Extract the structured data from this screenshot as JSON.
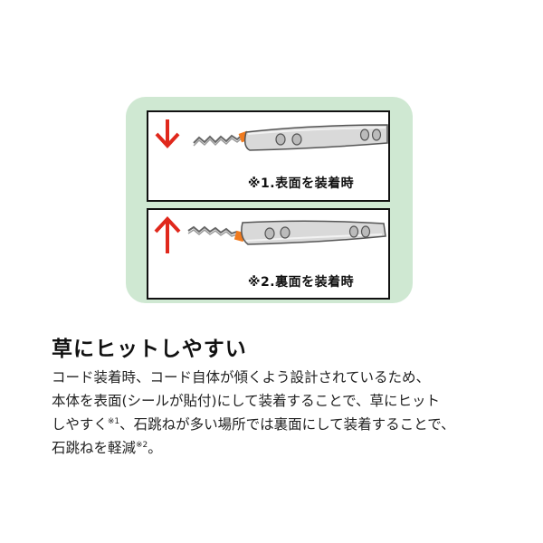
{
  "diagram": {
    "top_caption": "※1.表面を装着時",
    "bottom_caption": "※2.裏面を装着時",
    "colors": {
      "panel": "#cfe8d2",
      "arrow": "#e0281c",
      "tip": "#f07a1e"
    }
  },
  "headline": "草にヒットしやすい",
  "body": {
    "line1": "コード装着時、コード自体が傾くよう設計されているため、",
    "line2": "本体を表面(シールが貼付)にして装着することで、草にヒット",
    "line3a": "しやすく",
    "note1": "※1",
    "line3b": "、石跳ねが多い場所では裏面にして装着することで、",
    "line4a": "石跳ねを軽減",
    "note2": "※2",
    "line4b": "。"
  }
}
